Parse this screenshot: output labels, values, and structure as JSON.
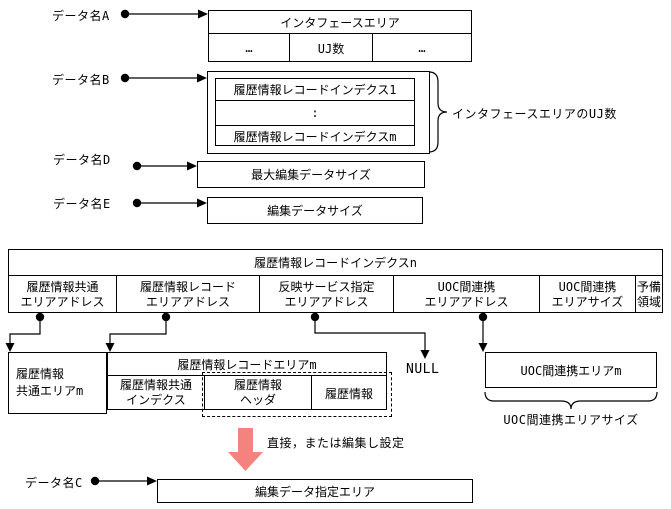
{
  "colors": {
    "arrow_red": "#f5837d",
    "line": "#000000"
  },
  "pointers": {
    "a": "データ名A",
    "b": "データ名B",
    "d": "データ名D",
    "e": "データ名E",
    "c": "データ名C"
  },
  "interface_area": {
    "title": "インタフェースエリア",
    "cell_left": "…",
    "cell_mid": "UJ数",
    "cell_right": "…"
  },
  "index_list": {
    "row1": "履歴情報レコードインデクス1",
    "row2": ":",
    "row3": "履歴情報レコードインデクスm",
    "brace_label": "インタフェースエリアのUJ数"
  },
  "max_edit_box": "最大編集データサイズ",
  "edit_size_box": "編集データサイズ",
  "record_index_table": {
    "title": "履歴情報レコードインデクスn",
    "columns": [
      {
        "l1": "履歴情報共通",
        "l2": "エリアアドレス"
      },
      {
        "l1": "履歴情報レコード",
        "l2": "エリアアドレス"
      },
      {
        "l1": "反映サービス指定",
        "l2": "エリアアドレス"
      },
      {
        "l1": "UOC間連携",
        "l2": "エリアアドレス"
      },
      {
        "l1": "UOC間連携",
        "l2": "エリアサイズ"
      },
      {
        "l1": "予備",
        "l2": "領域"
      }
    ]
  },
  "common_area": {
    "l1": "履歴情報",
    "l2": "共通エリアm"
  },
  "record_area": {
    "title": "履歴情報レコードエリアm",
    "cell1": {
      "l1": "履歴情報共通",
      "l2": "インデクス"
    },
    "cell2": {
      "l1": "履歴情報",
      "l2": "ヘッダ"
    },
    "cell3": "履歴情報"
  },
  "null_label": "NULL",
  "uoc_area": {
    "box": "UOC間連携エリアm",
    "brace_label": "UOC間連携エリアサイズ"
  },
  "red_arrow_label": "直接，または編集し設定",
  "edit_target_box": "編集データ指定エリア"
}
